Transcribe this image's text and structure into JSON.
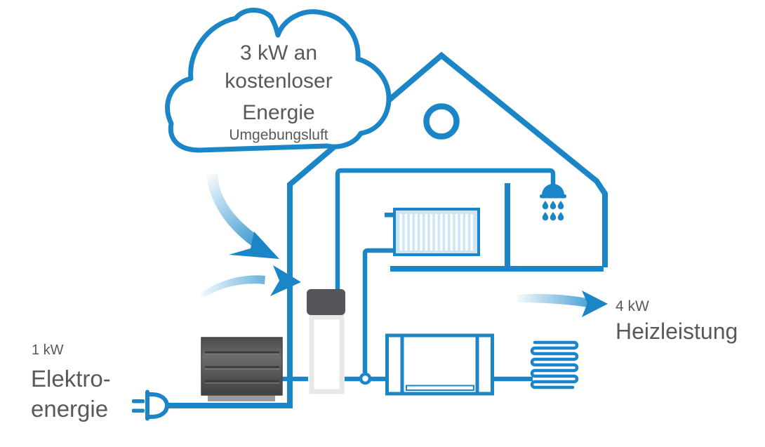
{
  "colors": {
    "accent_blue": "#1b86c7",
    "swoosh_light": "#eaf4fb",
    "unit_dark_gray": "#58585a",
    "unit_base_gray": "#9b9b9b",
    "tank_top_gray": "#555659",
    "text_gray": "#58595b",
    "radiator_fill": "#cde5f4"
  },
  "cloud": {
    "lines": [
      "3 kW an",
      "kostenloser",
      "Energie"
    ],
    "sublabel": "Umgebungsluft"
  },
  "electric_input": {
    "value": "1 kW",
    "label_line1": "Elektro-",
    "label_line2": "energie"
  },
  "heat_output": {
    "value": "4 kW",
    "label": "Heizleistung"
  },
  "icons": {
    "cloud": "ambient-air-cloud",
    "house": "house-outline",
    "window": "round-gable-window",
    "radiator": "radiator-icon",
    "shower": "shower-head-icon",
    "plug": "power-plug-icon",
    "outdoor_unit": "heat-pump-outdoor-unit",
    "tank": "hot-water-tank",
    "indoor_unit": "indoor-heating-unit",
    "coil": "floor-heating-coil",
    "airflow": "airflow-arrow",
    "heat_arrow": "heat-output-arrow"
  }
}
